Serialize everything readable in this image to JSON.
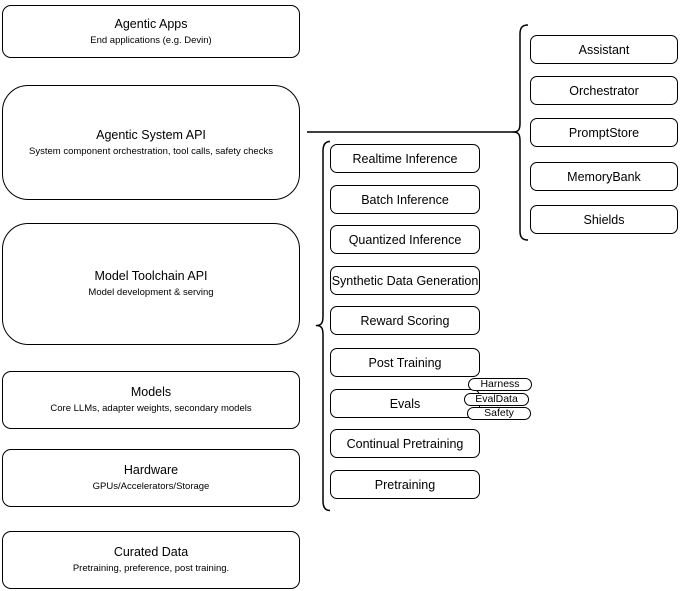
{
  "diagram": {
    "stack": [
      {
        "title": "Agentic Apps",
        "subtitle": "End applications (e.g. Devin)"
      },
      {
        "title": "Agentic System API",
        "subtitle": "System component orchestration, tool calls, safety checks"
      },
      {
        "title": "Model Toolchain API",
        "subtitle": "Model development & serving"
      },
      {
        "title": "Models",
        "subtitle": "Core LLMs, adapter weights, secondary models"
      },
      {
        "title": "Hardware",
        "subtitle": "GPUs/Accelerators/Storage"
      },
      {
        "title": "Curated Data",
        "subtitle": "Pretraining, preference, post training."
      }
    ],
    "toolchain_services": [
      "Realtime Inference",
      "Batch Inference",
      "Quantized Inference",
      "Synthetic Data Generation",
      "Reward Scoring",
      "Post Training",
      "Evals",
      "Continual Pretraining",
      "Pretraining"
    ],
    "eval_components": [
      "Harness",
      "EvalData",
      "Safety"
    ],
    "system_components": [
      "Assistant",
      "Orchestrator",
      "PromptStore",
      "MemoryBank",
      "Shields"
    ],
    "colors": {
      "stroke": "#000000",
      "background": "#ffffff",
      "text": "#000000"
    }
  }
}
